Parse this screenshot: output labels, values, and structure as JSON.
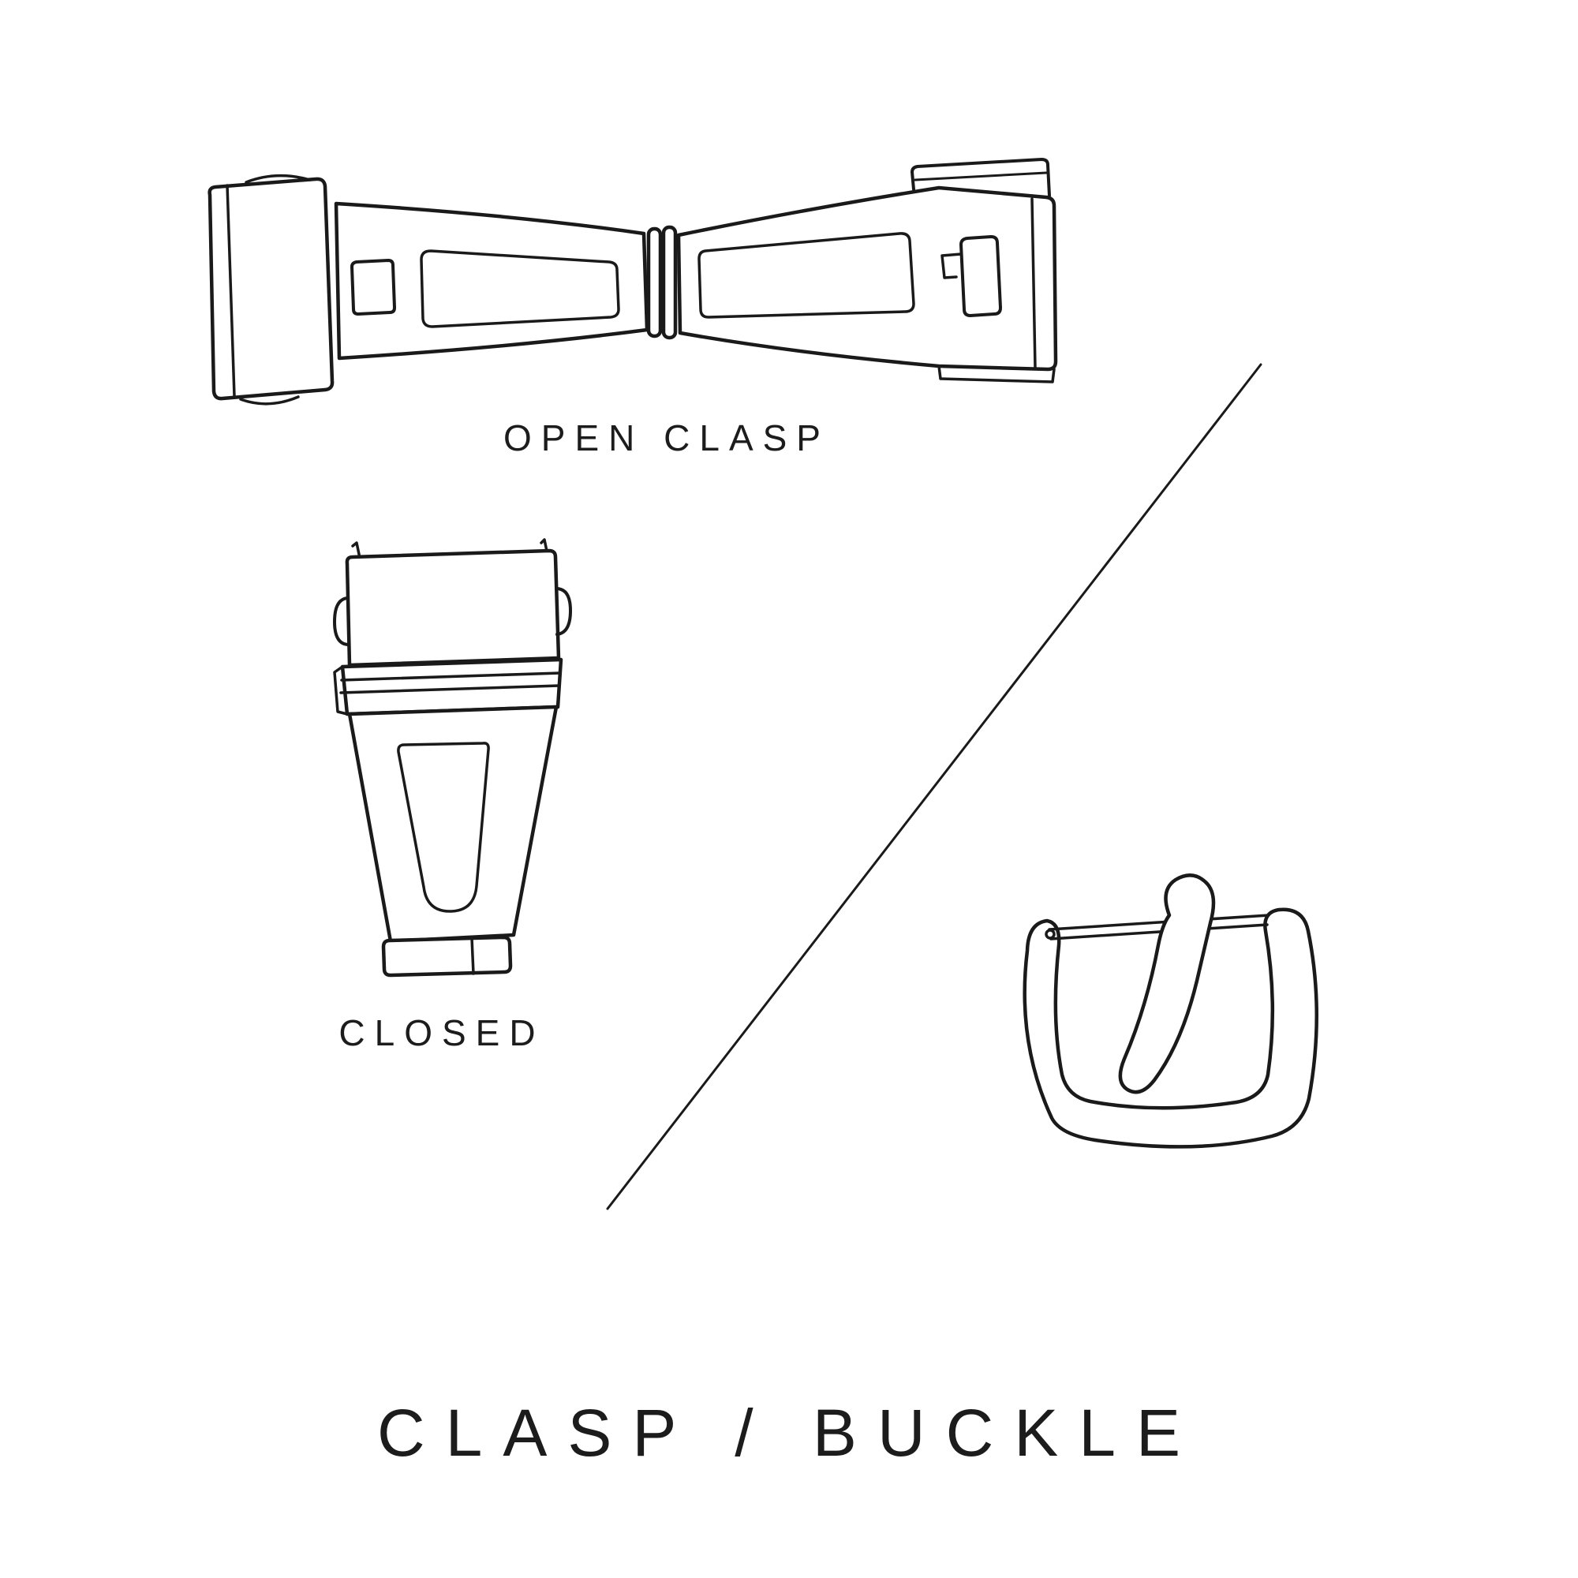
{
  "page": {
    "background": "#ffffff",
    "line_color": "#1a1a1a",
    "text_color": "#1c1c1c"
  },
  "figures": {
    "open_clasp": {
      "label": "OPEN CLASP",
      "illustration": "open-clasp-illustration"
    },
    "closed_clasp": {
      "label": "CLOSED",
      "illustration": "closed-clasp-illustration"
    },
    "buckle": {
      "illustration": "tang-buckle-illustration"
    }
  },
  "title": {
    "text": "CLASP / BUCKLE"
  }
}
